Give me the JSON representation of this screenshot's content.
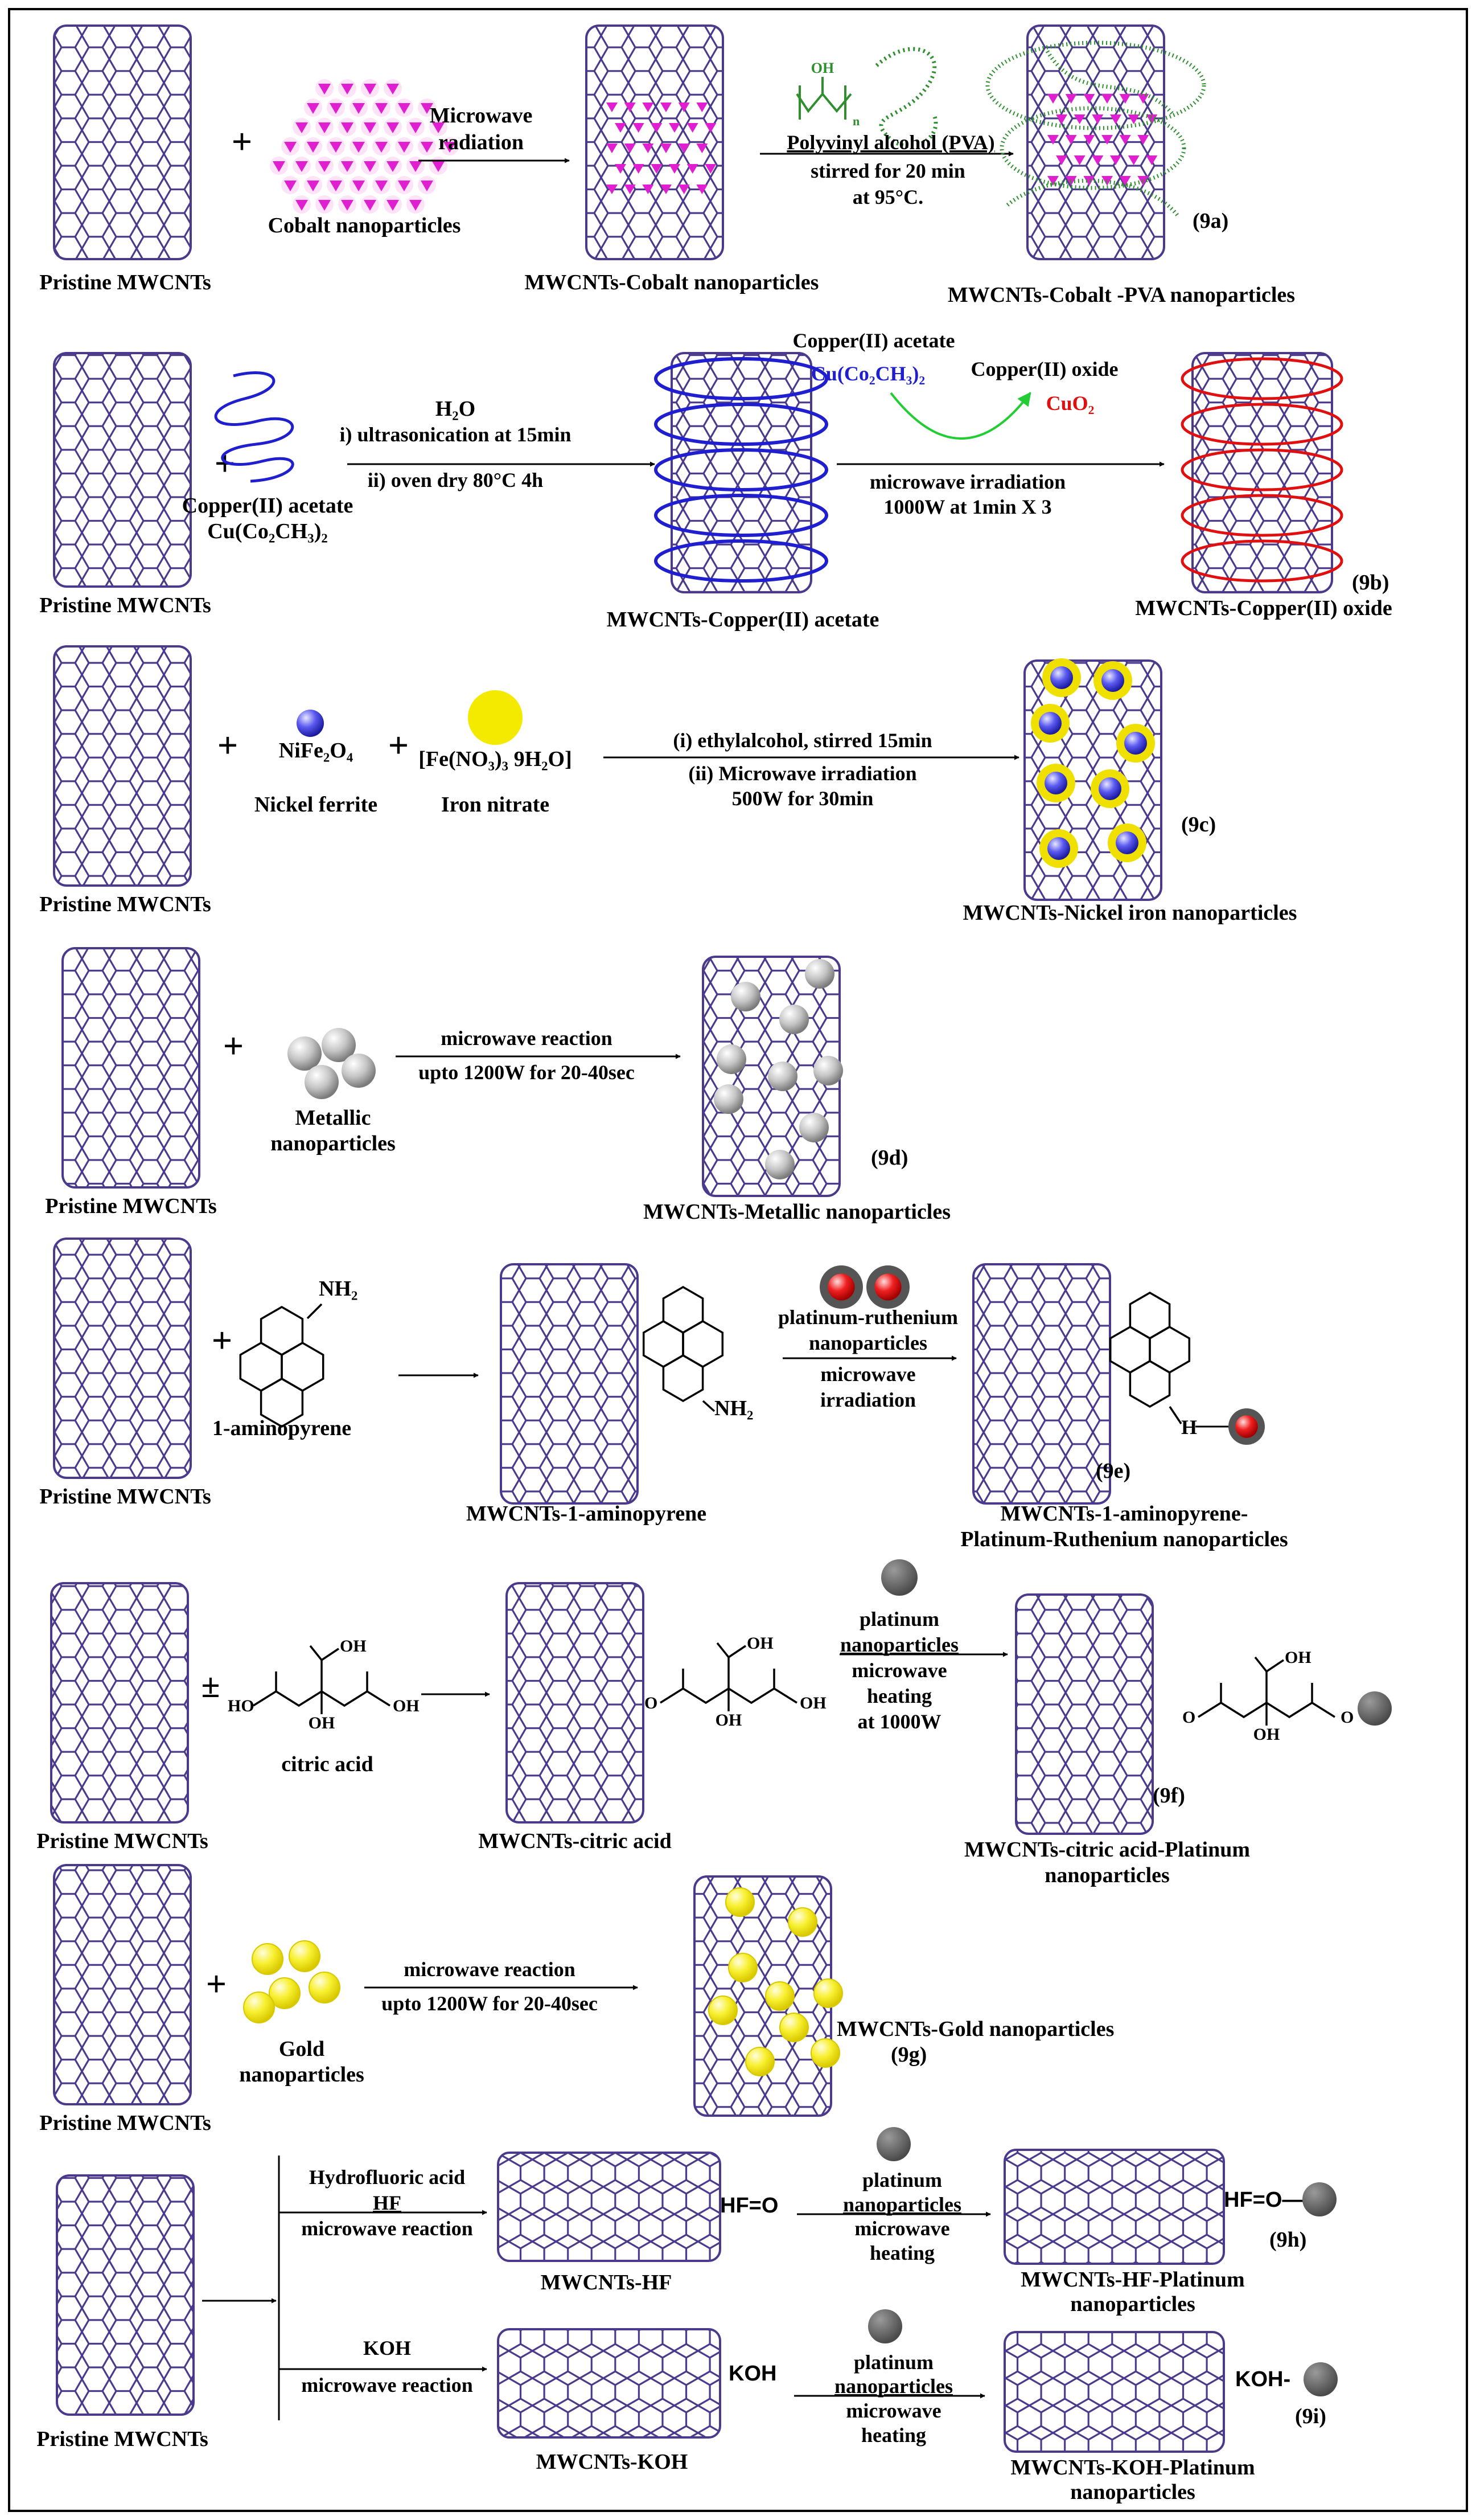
{
  "colors": {
    "tube": "#4b3a8c",
    "cobalt": "#e020d0",
    "pva": "#2f8f2f",
    "copper_acetate": "#1f1fd0",
    "copper_oxide": "#e01010",
    "arc": "#22cc33",
    "nickel": "#3a3ae0",
    "iron": "#f0e000",
    "metallic": "#a8a8a8",
    "ptru_core": "#e01515",
    "ptru_shell": "#555555",
    "platinum": "#666666",
    "gold": "#f5ec2a"
  },
  "common": {
    "pristine": "Pristine MWCNTs",
    "plus": "+",
    "plus_minus": "±"
  },
  "r9a": {
    "cobalt_label": "Cobalt nanoparticles",
    "arrow1_top": "Microwave",
    "arrow1_bottom": "radiation",
    "product1": "MWCNTs-Cobalt nanoparticles",
    "pva_label": "Polyvinyl alcohol (PVA)",
    "pva_cond1": "stirred for 20 min",
    "pva_cond2": "at 95°C.",
    "oh": "OH",
    "n": "n",
    "product2": "MWCNTs-Cobalt -PVA nanoparticles",
    "tag": "(9a)"
  },
  "r9b": {
    "reagent_name": "Copper(II) acetate",
    "reagent_formula": "Cu(Co₂CH₃)₂",
    "cond_solvent": "H₂O",
    "cond1": "i) ultrasonication at 15min",
    "cond2": "ii) oven dry 80°C 4h",
    "product1": "MWCNTs-Copper(II) acetate",
    "arc_start_name": "Copper(II) acetate",
    "arc_start_formula": "Cu(Co₂CH₃)₂",
    "arc_end_name": "Copper(II) oxide",
    "arc_end_formula": "CuO₂",
    "cond3": "microwave irradiation",
    "cond4": "1000W at 1min X 3",
    "product2": "MWCNTs-Copper(II) oxide",
    "tag": "(9b)"
  },
  "r9c": {
    "nickel_formula": "NiFe₂O₄",
    "nickel_label": "Nickel ferrite",
    "iron_formula": "[Fe(NO₃)₃ 9H₂O]",
    "iron_label": "Iron nitrate",
    "cond1": "(i) ethylalcohol, stirred 15min",
    "cond2": "(ii) Microwave irradiation",
    "cond3": "500W for 30min",
    "product": "MWCNTs-Nickel iron nanoparticles",
    "tag": "(9c)"
  },
  "r9d": {
    "metal_label1": "Metallic",
    "metal_label2": "nanoparticles",
    "cond1": "microwave reaction",
    "cond2": "upto 1200W for 20-40sec",
    "product": "MWCNTs-Metallic nanoparticles",
    "tag": "(9d)"
  },
  "r9e": {
    "nh2": "NH₂",
    "reagent": "1-aminopyrene",
    "product1": "MWCNTs-1-aminopyrene",
    "cond1": "platinum-ruthenium",
    "cond2": "nanoparticles",
    "cond3": "microwave",
    "cond4": "irradiation",
    "nh": "H",
    "product2a": "MWCNTs-1-aminopyrene-",
    "product2b": "Platinum-Ruthenium nanoparticles",
    "tag": "(9e)"
  },
  "r9f": {
    "oh": "OH",
    "ho": "HO",
    "o": "O",
    "reagent": "citric acid",
    "product1": "MWCNTs-citric acid",
    "cond1": "platinum",
    "cond2": "nanoparticles",
    "cond3": "microwave",
    "cond4": "heating",
    "cond5": "at 1000W",
    "product2a": "MWCNTs-citric acid-Platinum",
    "product2b": "nanoparticles",
    "tag": "(9f)"
  },
  "r9g": {
    "gold_label1": "Gold",
    "gold_label2": "nanoparticles",
    "cond1": "microwave reaction",
    "cond2": "upto 1200W for 20-40sec",
    "product": "MWCNTs-Gold nanoparticles",
    "tag": "(9g)"
  },
  "r9h": {
    "cond1": "Hydrofluoric acid",
    "cond2": "HF",
    "cond3": "microwave reaction",
    "group": "HF=O",
    "product1": "MWCNTs-HF",
    "cond4": "platinum",
    "cond5": "nanoparticles",
    "cond6": "microwave",
    "cond7": "heating",
    "group2": "HF=O—",
    "product2a": "MWCNTs-HF-Platinum",
    "product2b": "nanoparticles",
    "tag": "(9h)"
  },
  "r9i": {
    "cond1": "KOH",
    "cond2": "microwave reaction",
    "group": "KOH",
    "product1": "MWCNTs-KOH",
    "cond3": "platinum",
    "cond4": "nanoparticles",
    "cond5": "microwave",
    "cond6": "heating",
    "group2": "KOH-",
    "product2a": "MWCNTs-KOH-Platinum",
    "product2b": "nanoparticles",
    "tag": "(9i)"
  }
}
